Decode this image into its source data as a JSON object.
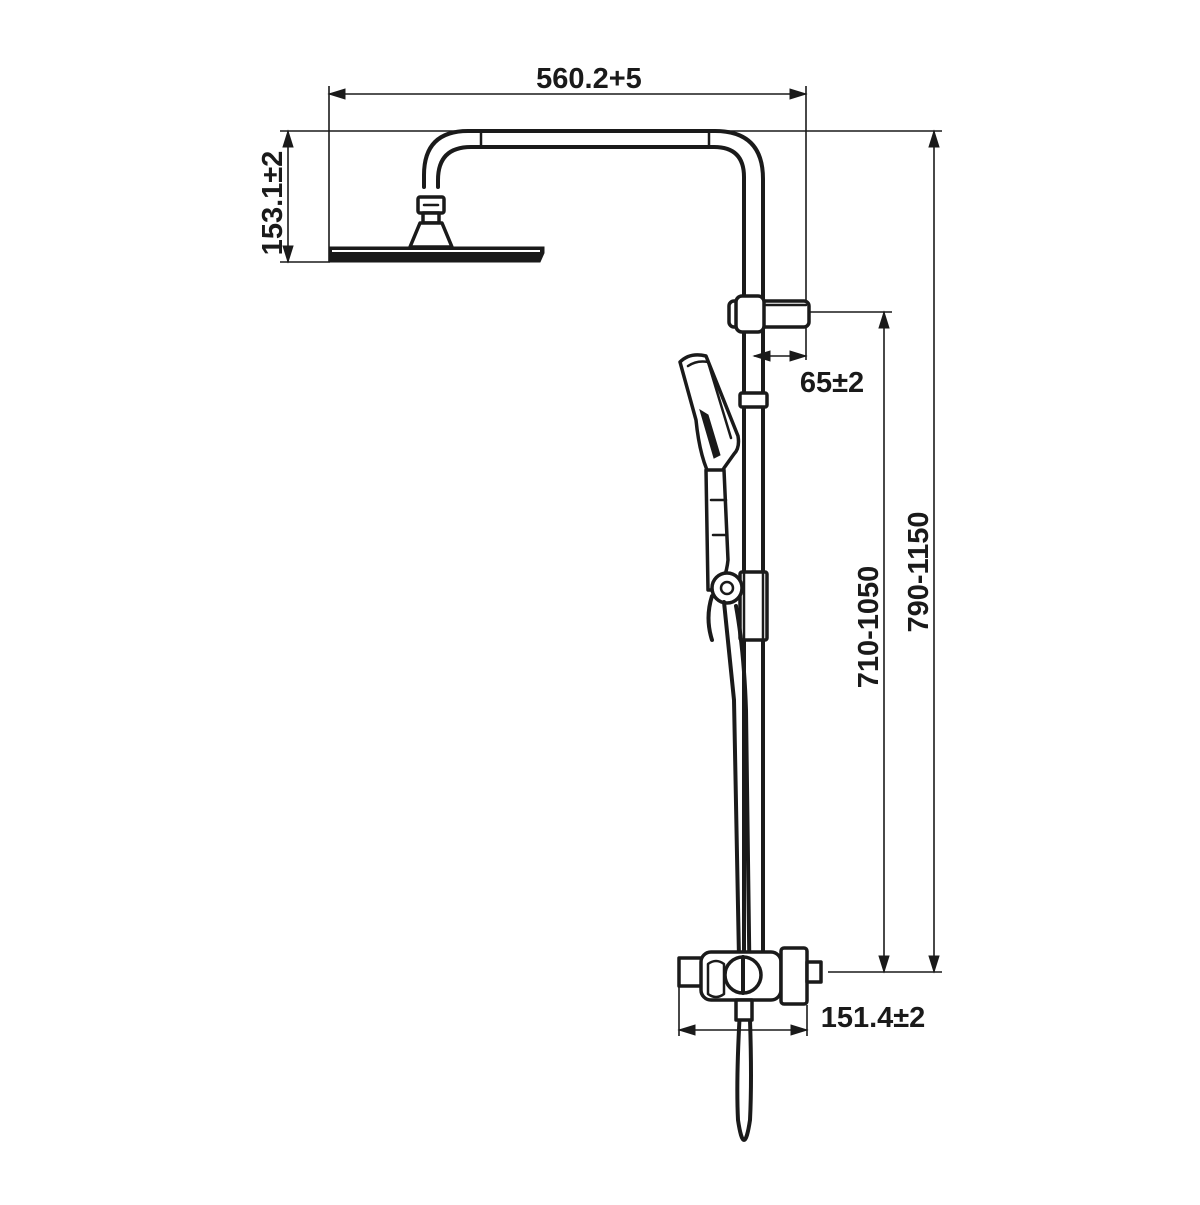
{
  "diagram": {
    "dimensions": {
      "width_top": "560.2+5",
      "height_head": "153.1±2",
      "offset_holder": "65±2",
      "height_holder_range": "710-1050",
      "height_total_range": "790-1150",
      "mixer_width": "151.4±2"
    },
    "colors": {
      "line": "#1a1a1a",
      "background": "#ffffff"
    }
  }
}
